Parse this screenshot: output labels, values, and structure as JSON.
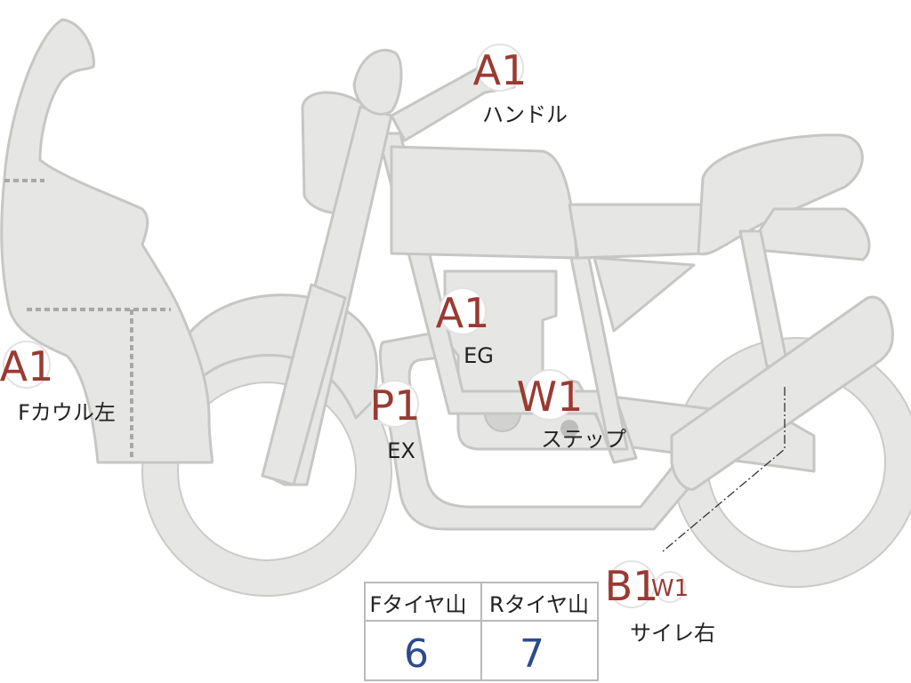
{
  "markers": [
    {
      "id": "handle",
      "code": "A1",
      "label": "ハンドル",
      "color": "#9a3a32"
    },
    {
      "id": "f-cowl-left",
      "code": "A1",
      "label": "Fカウル左",
      "color": "#9a3a32"
    },
    {
      "id": "engine",
      "code": "A1",
      "label": "EG",
      "color": "#9a3a32"
    },
    {
      "id": "exhaust",
      "code": "P1",
      "label": "EX",
      "color": "#9a3a32"
    },
    {
      "id": "step",
      "code": "W1",
      "label": "ステップ",
      "color": "#9a3a32"
    },
    {
      "id": "silencer-right",
      "code": "B1",
      "code2": "W1",
      "label": "サイレ右",
      "color": "#9a3a32"
    }
  ],
  "tire_table": {
    "headers": [
      "Fタイヤ山",
      "Rタイヤ山"
    ],
    "values": [
      "6",
      "7"
    ],
    "value_color": "#2d4a8e"
  },
  "colors": {
    "body": "#e6e6e4",
    "outline": "#c6c6c4",
    "marker_text": "#9a3a32"
  }
}
